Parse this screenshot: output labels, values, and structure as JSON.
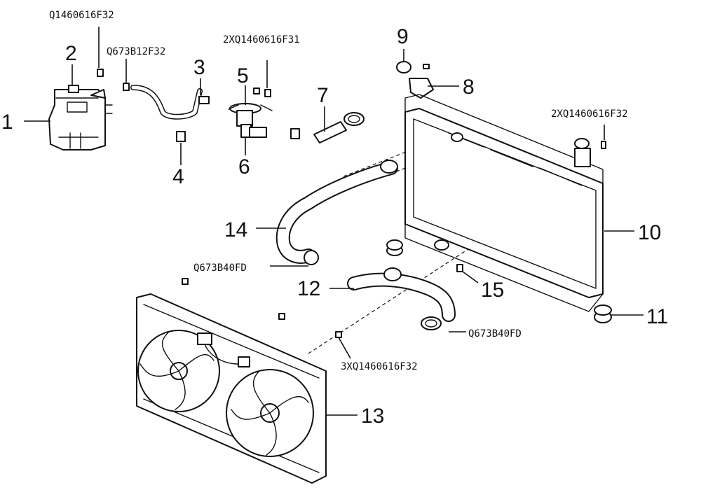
{
  "callouts": {
    "n1": "1",
    "n2": "2",
    "n3": "3",
    "n4": "4",
    "n5": "5",
    "n6": "6",
    "n7": "7",
    "n8": "8",
    "n9": "9",
    "n10": "10",
    "n11": "11",
    "n12": "12",
    "n13": "13",
    "n14": "14",
    "n15": "15"
  },
  "part_codes": {
    "c1": "Q1460616F32",
    "c2": "Q673B12F32",
    "c3": "2XQ1460616F31",
    "c4": "2XQ1460616F32",
    "c5": "Q673B40FD",
    "c6": "Q673B40FD",
    "c7": "3XQ1460616F32"
  },
  "colors": {
    "line": "#111111",
    "background": "#ffffff"
  }
}
